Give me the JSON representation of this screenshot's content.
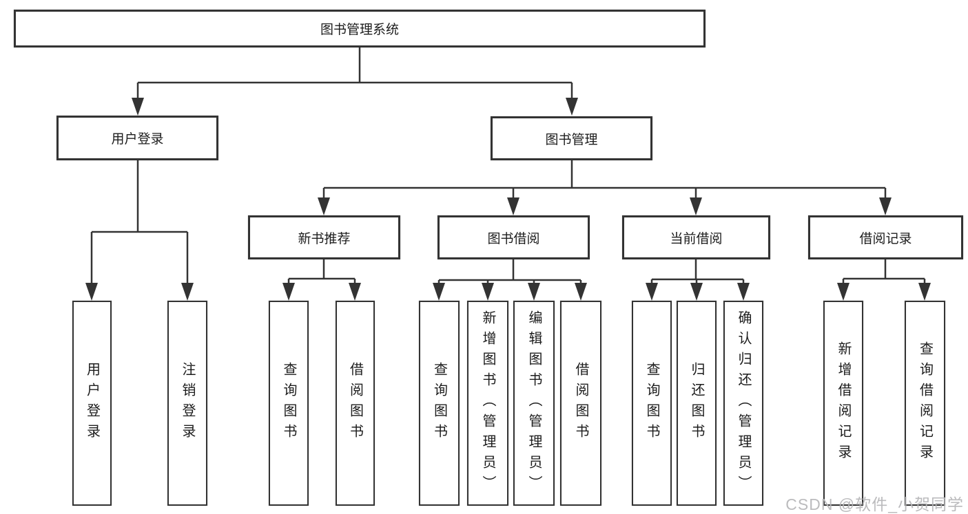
{
  "root": {
    "label": "图书管理系统"
  },
  "level2": [
    {
      "id": "user-login",
      "label": "用户登录"
    },
    {
      "id": "book-management",
      "label": "图书管理"
    }
  ],
  "level3": [
    {
      "id": "new-book-recommendation",
      "label": "新书推荐"
    },
    {
      "id": "book-borrowing",
      "label": "图书借阅"
    },
    {
      "id": "current-borrowing",
      "label": "当前借阅"
    },
    {
      "id": "borrowing-records",
      "label": "借阅记录"
    }
  ],
  "leaves": [
    {
      "id": "user-login",
      "label": "用户登录"
    },
    {
      "id": "logout",
      "label": "注销登录"
    },
    {
      "id": "query-books",
      "label": "查询图书"
    },
    {
      "id": "borrow-books",
      "label": "借阅图书"
    },
    {
      "id": "query-books-2",
      "label": "查询图书"
    },
    {
      "id": "add-books-admin",
      "label": "新增图书（管理员）"
    },
    {
      "id": "edit-books-admin",
      "label": "编辑图书（管理员）"
    },
    {
      "id": "borrow-books-2",
      "label": "借阅图书"
    },
    {
      "id": "query-books-3",
      "label": "查询图书"
    },
    {
      "id": "return-books",
      "label": "归还图书"
    },
    {
      "id": "confirm-return-admin",
      "label": "确认归还（管理员）"
    },
    {
      "id": "add-borrow-record",
      "label": "新增借阅记录"
    },
    {
      "id": "query-borrow-record",
      "label": "查询借阅记录"
    }
  ],
  "watermark": "CSDN @软件_小贺同学",
  "colors": {
    "line": "#333333",
    "border": "#333333",
    "text": "#1c1c1c",
    "background": "#ffffff",
    "watermark": "#b7b7b9"
  }
}
